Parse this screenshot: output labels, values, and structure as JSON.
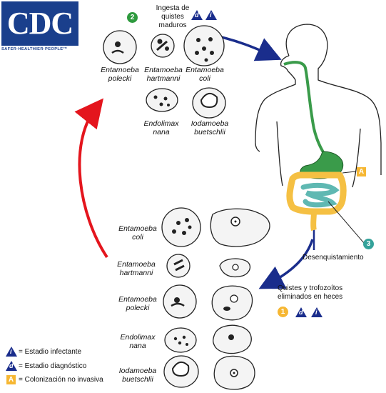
{
  "logo": {
    "word": "CDC",
    "tagline": "SAFER·HEALTHIER·PEOPLE™"
  },
  "step2": {
    "number": "2",
    "text_line1": "Ingesta de quistes",
    "text_line2": "maduros",
    "d": "d",
    "i": "i"
  },
  "top_labels": {
    "polecki": [
      "Entamoeba",
      "polecki"
    ],
    "hartmanni": [
      "Entamoeba",
      "hartmanni"
    ],
    "coli": [
      "Entamoeba",
      "coli"
    ],
    "nana": [
      "Endolimax",
      "nana"
    ],
    "butschlii": [
      "Iodamoeba",
      "buetschlii"
    ]
  },
  "bottom_labels": {
    "coli": [
      "Entamoeba",
      "coli"
    ],
    "hartmanni": [
      "Entamoeba",
      "hartmanni"
    ],
    "polecki": [
      "Entamoeba",
      "polecki"
    ],
    "nana": [
      "Endolimax",
      "nana"
    ],
    "butschlii": [
      "Iodamoeba",
      "buetschlii"
    ]
  },
  "step3": {
    "number": "3",
    "text": "Desenquistamiento"
  },
  "markerA": {
    "letter": "A"
  },
  "step1": {
    "number": "1",
    "text_line1": "Quistes y trofozoítos",
    "text_line2": "eliminados en heces",
    "d": "d",
    "i": "i"
  },
  "legend": {
    "infective": {
      "symbol": "i",
      "text": "= Estadio infectante"
    },
    "diagnostic": {
      "symbol": "d",
      "text": "= Estadio diagnóstico"
    },
    "colonization": {
      "symbol": "A",
      "text": "= Colonización no invasiva"
    }
  },
  "colors": {
    "blue": "#1a2d8c",
    "red": "#e4151d",
    "green": "#2e9a3e",
    "teal": "#34a29a",
    "yellow": "#f6b733",
    "gut_green": "#3a9b4a",
    "gut_teal": "#5fb8b2",
    "gut_yellow": "#f5c043"
  }
}
